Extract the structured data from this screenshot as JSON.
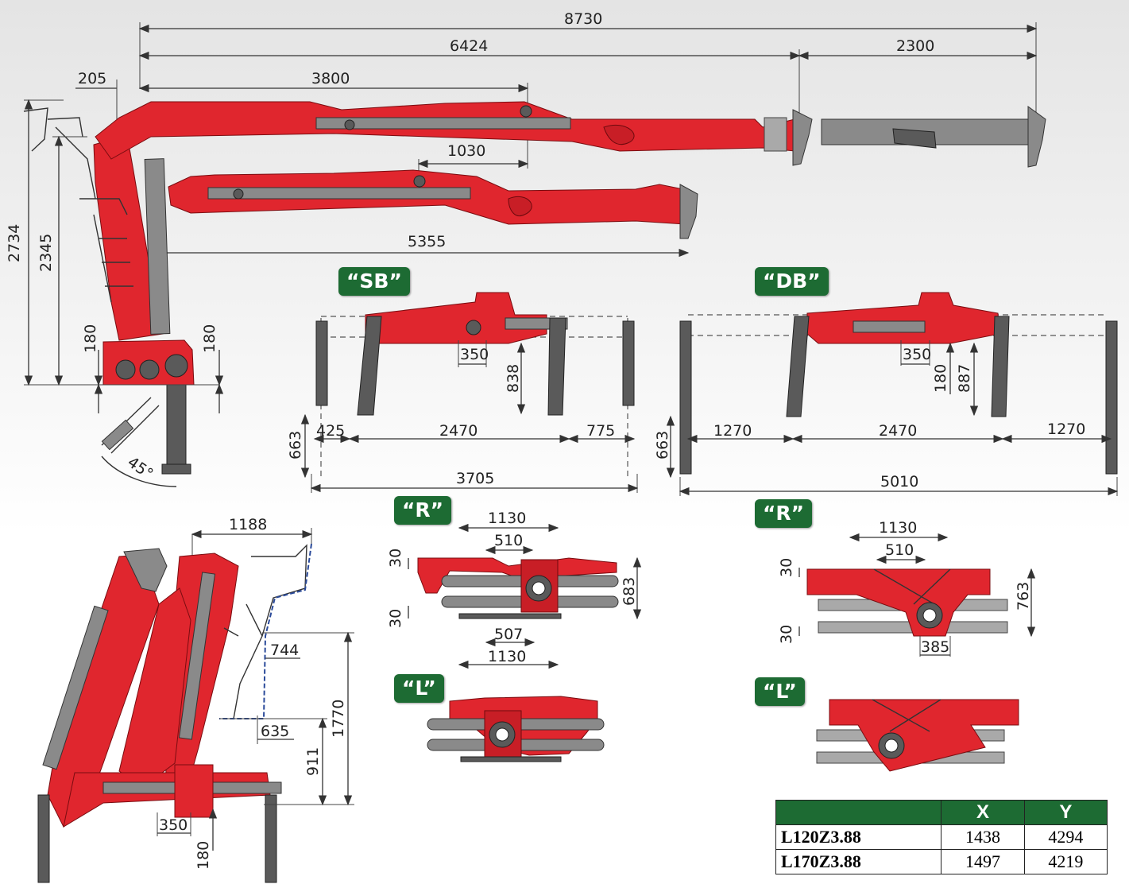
{
  "labels": {
    "sb": "“SB”",
    "db": "“DB”",
    "r1": "“R”",
    "r2": "“R”",
    "l1": "“L”",
    "l2": "“L”"
  },
  "dimensions": {
    "d8730": "8730",
    "d6424": "6424",
    "d2300": "2300",
    "d205": "205",
    "d3800": "3800",
    "d1030": "1030",
    "d5355": "5355",
    "d2734": "2734",
    "d2345": "2345",
    "d180a": "180",
    "d180b": "180",
    "angle": "45°",
    "sb_350": "350",
    "sb_838": "838",
    "sb_425": "425",
    "sb_2470": "2470",
    "sb_775": "775",
    "sb_663": "663",
    "sb_3705": "3705",
    "db_350": "350",
    "db_180": "180",
    "db_887": "887",
    "db_1270a": "1270",
    "db_2470": "2470",
    "db_1270b": "1270",
    "db_663": "663",
    "db_5010": "5010",
    "rl_1130a": "1130",
    "rl_510": "510",
    "rl_30a": "30",
    "rl_683": "683",
    "rl_30b": "30",
    "rl_507": "507",
    "rl_1130b": "1130",
    "rr_1130": "1130",
    "rr_510": "510",
    "rr_30a": "30",
    "rr_763": "763",
    "rr_30b": "30",
    "rr_385": "385",
    "f_1188": "1188",
    "f_744": "744",
    "f_635": "635",
    "f_911": "911",
    "f_1770": "1770",
    "f_350": "350",
    "f_180": "180"
  },
  "table": {
    "headers": [
      "",
      "X",
      "Y"
    ],
    "rows": [
      {
        "model": "L120Z3.88",
        "x": "1438",
        "y": "4294"
      },
      {
        "model": "L170Z3.88",
        "x": "1497",
        "y": "4219"
      }
    ]
  },
  "colors": {
    "crane_red": "#e0262e",
    "badge_green": "#1d6b33",
    "steel_grey": "#8a8a8a"
  }
}
